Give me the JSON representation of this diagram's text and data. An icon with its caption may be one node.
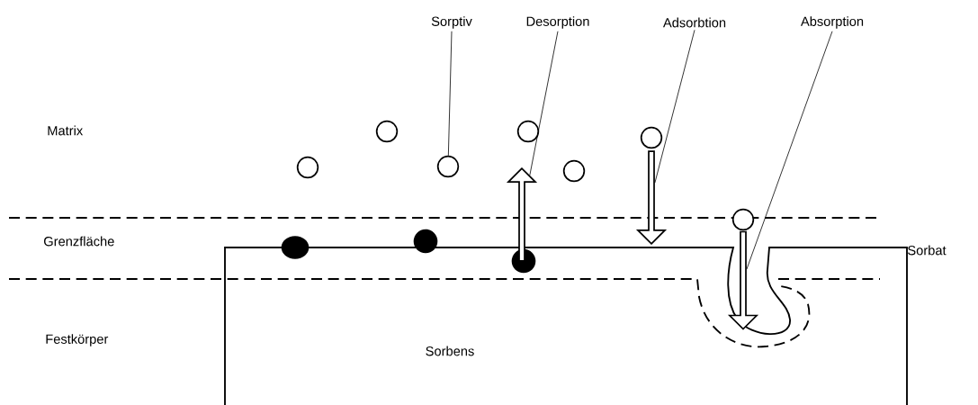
{
  "diagram": {
    "nodes": [
      {
        "text": [
          "Sorptiv"
        ]
      },
      {
        "text": [
          "Desorption"
        ]
      },
      {
        "text": [
          "Adsorbtion"
        ]
      },
      {
        "text": [
          "Absorption"
        ]
      },
      {
        "text": [],
        "shape": "circle"
      },
      {
        "text": [],
        "shape": "circle"
      },
      {
        "text": [],
        "shape": "circle"
      },
      {
        "text": [],
        "shape": "circle"
      },
      {
        "text": [],
        "shape": "circle"
      },
      {
        "text": [],
        "shape": "circle"
      },
      {
        "text": [],
        "shape": "circle"
      },
      {
        "text": [],
        "shape": "arrow"
      },
      {
        "text": [],
        "shape": "arrow"
      },
      {
        "text": [],
        "shape": "arrow"
      }
    ],
    "edges": [
      {
        "from": 0,
        "to": 6,
        "arrow": "none"
      },
      {
        "from": 1,
        "to": 11,
        "arrow": "none"
      },
      {
        "from": 2,
        "to": 12,
        "arrow": "none"
      },
      {
        "from": 3,
        "to": 13,
        "arrow": "none"
      }
    ],
    "labels": [
      "Matrix",
      "Grenzfläche",
      "Sorbat",
      "Festkörper",
      "Sorbens"
    ]
  }
}
